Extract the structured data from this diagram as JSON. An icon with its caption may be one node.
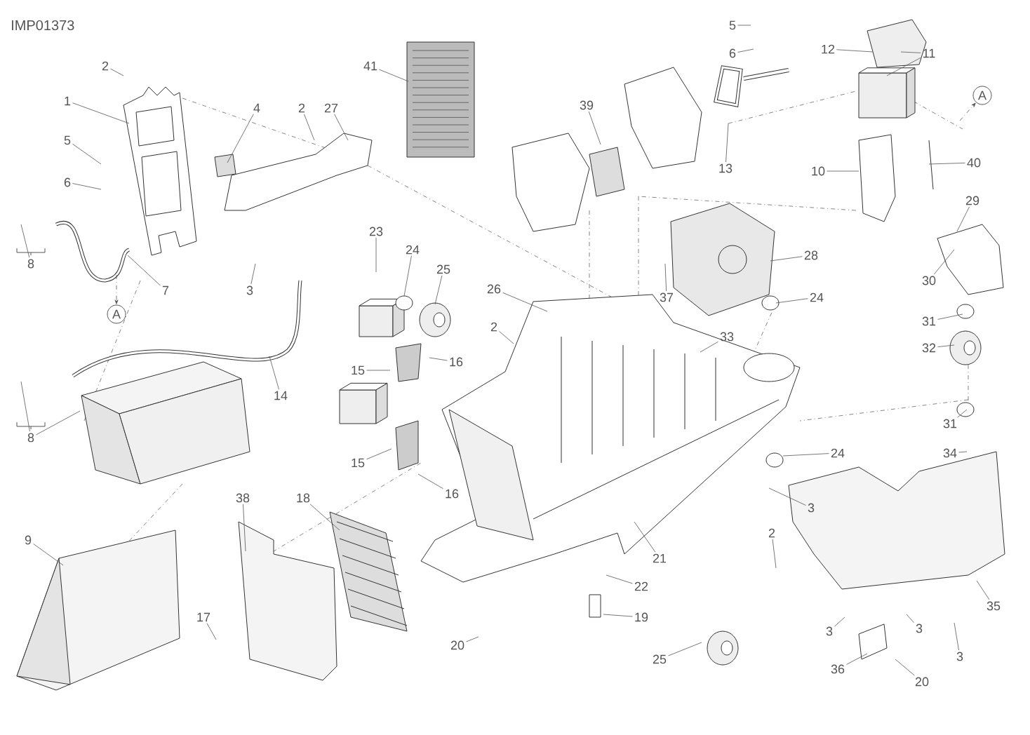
{
  "diagram": {
    "nodes": [
      {
        "text": [
          "1"
        ]
      },
      {
        "text": [
          "2"
        ]
      },
      {
        "text": [
          "4"
        ]
      },
      {
        "text": [
          "5"
        ]
      },
      {
        "text": [
          "6"
        ]
      },
      {
        "text": [
          "8"
        ]
      },
      {
        "text": [
          "7"
        ]
      },
      {
        "text": [
          "A"
        ]
      },
      {
        "text": [
          "3"
        ]
      },
      {
        "text": [
          "2"
        ]
      },
      {
        "text": [
          "27"
        ]
      },
      {
        "text": [
          "41"
        ]
      },
      {
        "text": [
          "39"
        ]
      },
      {
        "text": [
          "5"
        ]
      },
      {
        "text": [
          "6"
        ]
      },
      {
        "text": [
          "12"
        ]
      },
      {
        "text": [
          "11"
        ]
      },
      {
        "text": [
          "A"
        ]
      },
      {
        "text": [
          "13"
        ]
      },
      {
        "text": [
          "10"
        ]
      },
      {
        "text": [
          "40"
        ]
      },
      {
        "text": [
          "29"
        ]
      },
      {
        "text": [
          "23"
        ]
      },
      {
        "text": [
          "24"
        ]
      },
      {
        "text": [
          "25"
        ]
      },
      {
        "text": [
          "28"
        ]
      },
      {
        "text": [
          "26"
        ]
      },
      {
        "text": [
          "2"
        ]
      },
      {
        "text": [
          "37"
        ]
      },
      {
        "text": [
          "24"
        ]
      },
      {
        "text": [
          "30"
        ]
      },
      {
        "text": [
          "31"
        ]
      },
      {
        "text": [
          "32"
        ]
      },
      {
        "text": [
          "33"
        ]
      },
      {
        "text": [
          "14"
        ]
      },
      {
        "text": [
          "15"
        ]
      },
      {
        "text": [
          "16"
        ]
      },
      {
        "text": [
          "8"
        ]
      },
      {
        "text": [
          "15"
        ]
      },
      {
        "text": [
          "16"
        ]
      },
      {
        "text": [
          "31"
        ]
      },
      {
        "text": [
          "34"
        ]
      },
      {
        "text": [
          "24"
        ]
      },
      {
        "text": [
          "3"
        ]
      },
      {
        "text": [
          "18"
        ]
      },
      {
        "text": [
          "38"
        ]
      },
      {
        "text": [
          "9"
        ]
      },
      {
        "text": [
          "21"
        ]
      },
      {
        "text": [
          "2"
        ]
      },
      {
        "text": [
          "17"
        ]
      },
      {
        "text": [
          "22"
        ]
      },
      {
        "text": [
          "19"
        ]
      },
      {
        "text": [
          "20"
        ]
      },
      {
        "text": [
          "25"
        ]
      },
      {
        "text": [
          "35"
        ]
      },
      {
        "text": [
          "3"
        ]
      },
      {
        "text": [
          "36"
        ]
      },
      {
        "text": [
          "20"
        ]
      },
      {
        "text": [
          "3"
        ]
      },
      {
        "text": [
          "3"
        ]
      }
    ],
    "edges": [
      {
        "from": 0,
        "to": null,
        "arrow": "none"
      },
      {
        "from": 1,
        "to": null,
        "arrow": "none"
      },
      {
        "from": 2,
        "to": null,
        "arrow": "none"
      },
      {
        "from": 3,
        "to": null,
        "arrow": "none"
      },
      {
        "from": 4,
        "to": null,
        "arrow": "none"
      },
      {
        "from": 5,
        "to": null,
        "arrow": "none"
      },
      {
        "from": 6,
        "to": null,
        "arrow": "none"
      },
      {
        "from": null,
        "to": 7,
        "arrow": "to",
        "style": "dashed"
      },
      {
        "from": 8,
        "to": null,
        "arrow": "none"
      },
      {
        "from": 9,
        "to": null,
        "arrow": "none"
      },
      {
        "from": 10,
        "to": null,
        "arrow": "none"
      },
      {
        "from": 11,
        "to": null,
        "arrow": "none"
      },
      {
        "from": 12,
        "to": null,
        "arrow": "none"
      },
      {
        "from": 13,
        "to": null,
        "arrow": "none"
      },
      {
        "from": 14,
        "to": null,
        "arrow": "none"
      },
      {
        "from": 15,
        "to": null,
        "arrow": "none"
      },
      {
        "from": 16,
        "to": null,
        "arrow": "none"
      },
      {
        "from": 16,
        "to": null,
        "arrow": "none"
      },
      {
        "from": null,
        "to": 17,
        "arrow": "to",
        "style": "dashed"
      },
      {
        "from": 18,
        "to": null,
        "arrow": "none"
      },
      {
        "from": 19,
        "to": null,
        "arrow": "none"
      },
      {
        "from": 20,
        "to": null,
        "arrow": "none"
      },
      {
        "from": 21,
        "to": null,
        "arrow": "none"
      },
      {
        "from": 22,
        "to": null,
        "arrow": "none"
      },
      {
        "from": 23,
        "to": null,
        "arrow": "none"
      },
      {
        "from": 24,
        "to": null,
        "arrow": "none"
      },
      {
        "from": 25,
        "to": null,
        "arrow": "none"
      },
      {
        "from": 26,
        "to": null,
        "arrow": "none"
      },
      {
        "from": 27,
        "to": null,
        "arrow": "none"
      },
      {
        "from": 28,
        "to": null,
        "arrow": "none"
      },
      {
        "from": 29,
        "to": null,
        "arrow": "none"
      },
      {
        "from": 30,
        "to": null,
        "arrow": "none"
      },
      {
        "from": 31,
        "to": null,
        "arrow": "none"
      },
      {
        "from": 32,
        "to": null,
        "arrow": "none"
      },
      {
        "from": 33,
        "to": null,
        "arrow": "none"
      },
      {
        "from": 34,
        "to": null,
        "arrow": "none"
      },
      {
        "from": 35,
        "to": null,
        "arrow": "none"
      },
      {
        "from": 36,
        "to": null,
        "arrow": "none"
      },
      {
        "from": 37,
        "to": null,
        "arrow": "none"
      },
      {
        "from": 37,
        "to": null,
        "arrow": "none"
      },
      {
        "from": 38,
        "to": null,
        "arrow": "none"
      },
      {
        "from": 39,
        "to": null,
        "arrow": "none"
      },
      {
        "from": 40,
        "to": null,
        "arrow": "none"
      },
      {
        "from": 41,
        "to": null,
        "arrow": "none"
      },
      {
        "from": 42,
        "to": null,
        "arrow": "none"
      },
      {
        "from": 43,
        "to": null,
        "arrow": "none"
      },
      {
        "from": 44,
        "to": null,
        "arrow": "none"
      },
      {
        "from": 45,
        "to": null,
        "arrow": "none"
      },
      {
        "from": 46,
        "to": null,
        "arrow": "none"
      },
      {
        "from": 47,
        "to": null,
        "arrow": "none"
      },
      {
        "from": 48,
        "to": null,
        "arrow": "none"
      },
      {
        "from": 49,
        "to": null,
        "arrow": "none"
      },
      {
        "from": 50,
        "to": null,
        "arrow": "none"
      },
      {
        "from": 51,
        "to": null,
        "arrow": "none"
      },
      {
        "from": 52,
        "to": null,
        "arrow": "none"
      },
      {
        "from": 53,
        "to": null,
        "arrow": "none"
      },
      {
        "from": 54,
        "to": null,
        "arrow": "none"
      },
      {
        "from": 55,
        "to": null,
        "arrow": "none"
      },
      {
        "from": 56,
        "to": null,
        "arrow": "none"
      },
      {
        "from": 57,
        "to": null,
        "arrow": "none"
      },
      {
        "from": 58,
        "to": null,
        "arrow": "none"
      },
      {
        "from": 59,
        "to": null,
        "arrow": "none"
      }
    ],
    "labels": [
      "IMP01373"
    ]
  }
}
